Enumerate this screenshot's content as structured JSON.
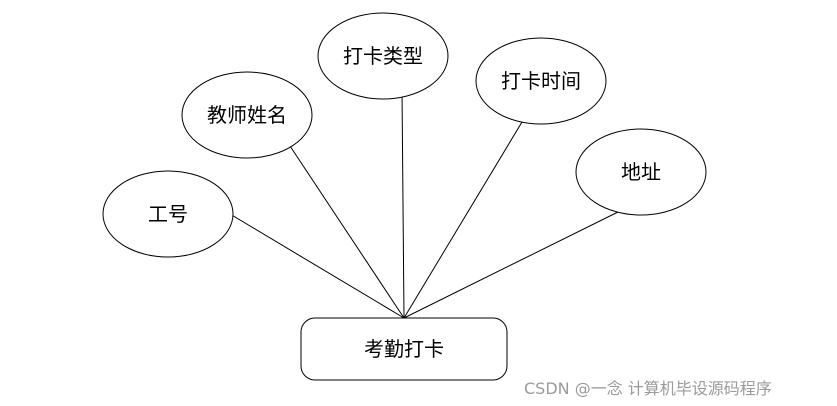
{
  "entity": {
    "label": "考勤打卡"
  },
  "attributes": [
    {
      "label": "工号"
    },
    {
      "label": "教师姓名"
    },
    {
      "label": "打卡类型"
    },
    {
      "label": "打卡时间"
    },
    {
      "label": "地址"
    }
  ],
  "watermark": "CSDN @一念 计算机毕设源码程序",
  "colors": {
    "stroke": "#000000",
    "background": "#ffffff",
    "watermark": "#9a9a9a"
  }
}
